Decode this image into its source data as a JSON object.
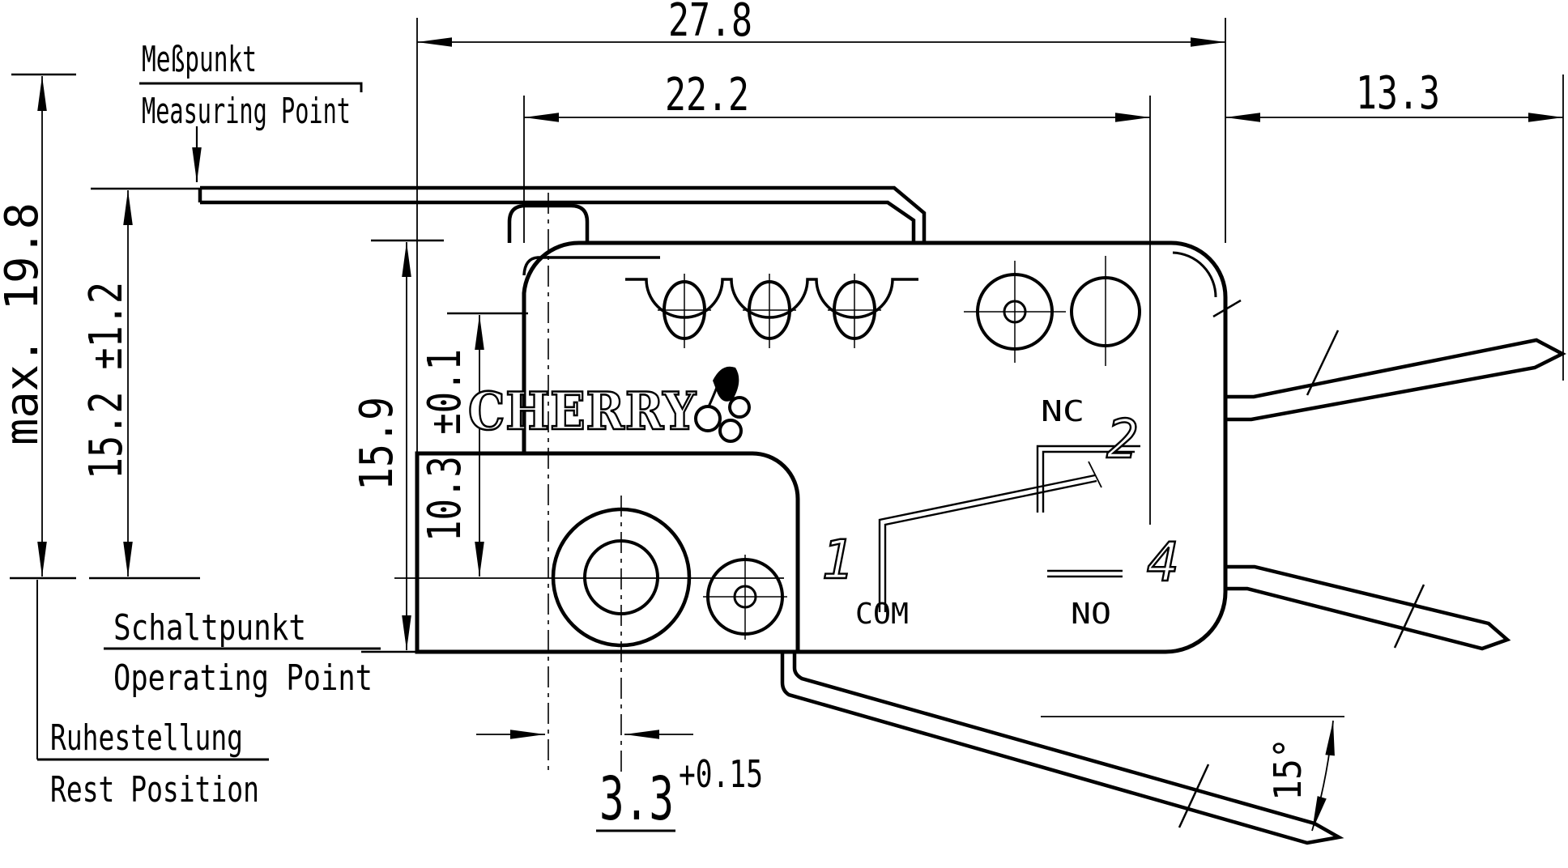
{
  "title": "CHERRY snap-action microswitch dimensional drawing",
  "brand": {
    "logo_text": "CHERRY"
  },
  "colors": {
    "ink": "#000000",
    "paper": "#ffffff"
  },
  "dimensions": {
    "overall_length": "27.8",
    "upper_length": "22.2",
    "terminal_length": "13.3",
    "max_height": "max. 19.8",
    "operating_height": "15.2 ±1.2",
    "body_height": "15.9",
    "hole_distance": "10.3 ±0.1",
    "plunger_offset_value": "3.3",
    "plunger_offset_tolerance": "+0.15",
    "terminal_angle": "15°"
  },
  "annotations": {
    "measuring_point_de": "Meßpunkt",
    "measuring_point_en": "Measuring Point",
    "operating_point_de": "Schaltpunkt",
    "operating_point_en": "Operating Point",
    "rest_position_de": "Ruhestellung",
    "rest_position_en": "Rest Position"
  },
  "terminals": {
    "nc_label": "NC",
    "no_label": "NO",
    "com_label": "COM",
    "terminal_1": "1",
    "terminal_2": "2",
    "terminal_4": "4"
  }
}
